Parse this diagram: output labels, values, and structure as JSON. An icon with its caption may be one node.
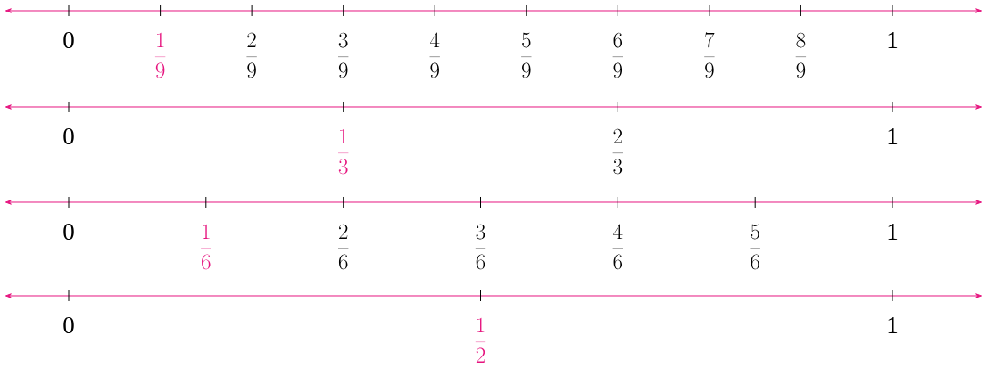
{
  "diagram": {
    "labels": [
      "0",
      "\\frac{1}{9}",
      "\\frac{2}{9}",
      "\\frac{3}{9}",
      "\\frac{4}{9}",
      "\\frac{5}{9}",
      "\\frac{6}{9}",
      "\\frac{7}{9}",
      "\\frac{8}{9}",
      "1",
      "0",
      "\\frac{1}{3}",
      "\\frac{2}{3}",
      "1",
      "0",
      "\\frac{1}{6}",
      "\\frac{2}{6}",
      "\\frac{3}{6}",
      "\\frac{4}{6}",
      "\\frac{5}{6}",
      "1",
      "0",
      "\\frac{1}{2}",
      "1"
    ]
  }
}
